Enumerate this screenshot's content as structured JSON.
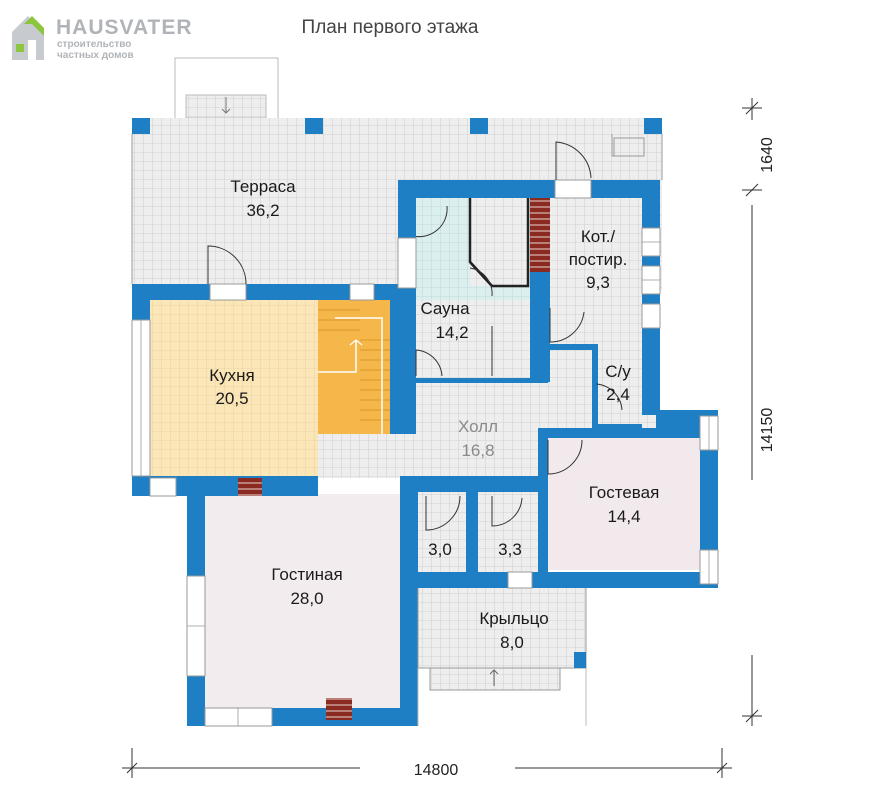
{
  "brand": {
    "name": "HAUSVATER",
    "tagline_1": "строительство",
    "tagline_2": "частных домов"
  },
  "title": "План первого этажа",
  "rooms": {
    "terrace": {
      "name": "Терраса",
      "area": "36,2"
    },
    "sauna": {
      "name": "Сауна",
      "area": "14,2"
    },
    "boiler": {
      "name_1": "Кот./",
      "name_2": "постир.",
      "area": "9,3"
    },
    "kitchen": {
      "name": "Кухня",
      "area": "20,5"
    },
    "wc": {
      "name": "С/у",
      "area": "2,4"
    },
    "hall": {
      "name": "Холл",
      "area": "16,8"
    },
    "guest": {
      "name": "Гостевая",
      "area": "14,4"
    },
    "closet_1": {
      "area": "3,0"
    },
    "closet_2": {
      "area": "3,3"
    },
    "living": {
      "name": "Гостиная",
      "area": "28,0"
    },
    "porch": {
      "name": "Крыльцо",
      "area": "8,0"
    }
  },
  "dimensions": {
    "width": "14800",
    "depth": "14150",
    "terrace_depth": "1640"
  },
  "colors": {
    "wall": "#1f7fc4",
    "tile": "#ececec",
    "tile_line": "#c9c9c9",
    "kitchen_floor": "#fbe6b8",
    "living_floor": "#f3ecee",
    "stairs": "#f3b448",
    "sauna_floor": "#d9eeee",
    "chimney": "#8b2a20",
    "logo_green": "#8cc63f"
  }
}
